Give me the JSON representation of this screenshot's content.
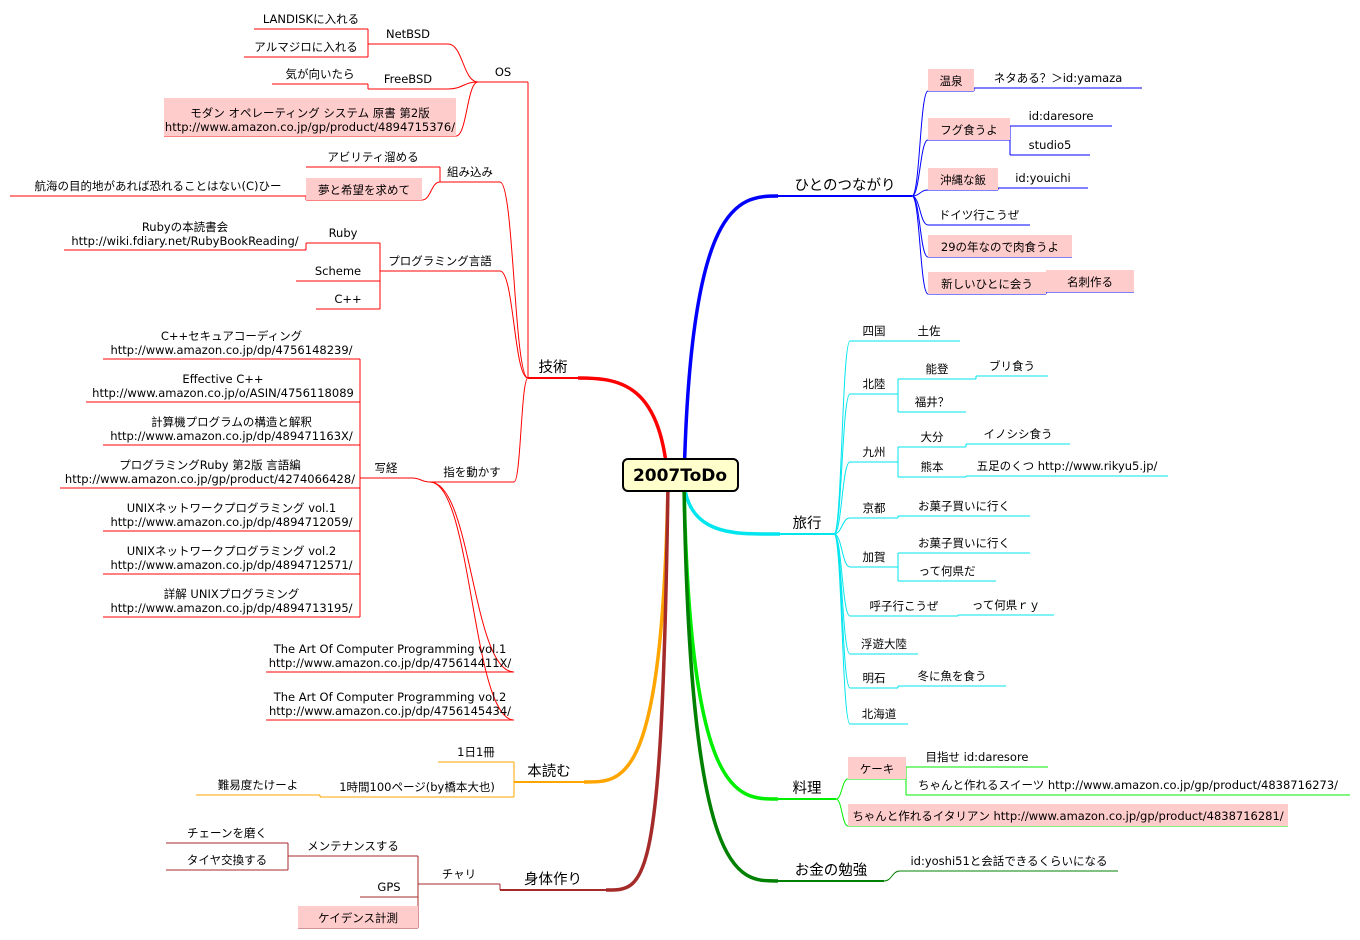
{
  "center": {
    "label": "2007ToDo",
    "fill": "#ffffcc"
  },
  "colors": {
    "tech": "#ff0000",
    "people": "#0000ff",
    "travel": "#00e5ee",
    "reading": "#ffa500",
    "cooking": "#00ee00",
    "body": "#a52a2a",
    "money": "#008000",
    "highlight": "#ffcccc"
  },
  "branches": [
    {
      "label": "技術",
      "color": "#ff0000",
      "dir": "left",
      "children": [
        {
          "label": "OS",
          "children": [
            {
              "label": "NetBSD",
              "children": [
                {
                  "label": "LANDISKに入れる"
                },
                {
                  "label": "アルマジロに入れる"
                }
              ]
            },
            {
              "label": "FreeBSD",
              "children": [
                {
                  "label": "気が向いたら"
                }
              ]
            },
            {
              "label": "モダン オペレーティング システム 原書 第2版",
              "sub": "http://www.amazon.co.jp/gp/product/4894715376/",
              "hl": true
            }
          ]
        },
        {
          "label": "組み込み",
          "children": [
            {
              "label": "アビリティ溜める"
            },
            {
              "label": "夢と希望を求めて",
              "hl": true,
              "children": [
                {
                  "label": "航海の目的地があれば恐れることはない(C)ひー"
                }
              ]
            }
          ]
        },
        {
          "label": "プログラミング言語",
          "children": [
            {
              "label": "Ruby",
              "children": [
                {
                  "label": "Rubyの本読書会",
                  "sub": "http://wiki.fdiary.net/RubyBookReading/"
                }
              ]
            },
            {
              "label": "Scheme"
            },
            {
              "label": "C++"
            }
          ]
        },
        {
          "label": "指を動かす",
          "children": [
            {
              "label": "写経",
              "children": [
                {
                  "label": "C++セキュアコーディング",
                  "sub": "http://www.amazon.co.jp/dp/4756148239/"
                },
                {
                  "label": "Effective C++",
                  "sub": "http://www.amazon.co.jp/o/ASIN/4756118089"
                },
                {
                  "label": "計算機プログラムの構造と解釈",
                  "sub": "http://www.amazon.co.jp/dp/489471163X/"
                },
                {
                  "label": "プログラミングRuby 第2版 言語編",
                  "sub": "http://www.amazon.co.jp/gp/product/4274066428/"
                },
                {
                  "label": "UNIXネットワークプログラミング vol.1",
                  "sub": "http://www.amazon.co.jp/dp/4894712059/"
                },
                {
                  "label": "UNIXネットワークプログラミング vol.2",
                  "sub": "http://www.amazon.co.jp/dp/4894712571/"
                },
                {
                  "label": "詳解 UNIXプログラミング",
                  "sub": "http://www.amazon.co.jp/dp/4894713195/"
                }
              ]
            },
            {
              "label": "The Art Of Computer Programming vol.1",
              "sub": "http://www.amazon.co.jp/dp/475614411X/"
            },
            {
              "label": "The Art Of Computer Programming vol.2",
              "sub": "http://www.amazon.co.jp/dp/4756145434/"
            }
          ]
        }
      ]
    },
    {
      "label": "本読む",
      "color": "#ffa500",
      "dir": "left",
      "children": [
        {
          "label": "1日1冊"
        },
        {
          "label": "1時間100ページ(by橋本大也)",
          "children": [
            {
              "label": "難易度たけーよ"
            }
          ]
        }
      ]
    },
    {
      "label": "身体作り",
      "color": "#a52a2a",
      "dir": "left",
      "children": [
        {
          "label": "チャリ",
          "children": [
            {
              "label": "メンテナンスする",
              "children": [
                {
                  "label": "チェーンを磨く"
                },
                {
                  "label": "タイヤ交換する"
                }
              ]
            },
            {
              "label": "GPS"
            },
            {
              "label": "ケイデンス計測",
              "hl": true
            }
          ]
        }
      ]
    },
    {
      "label": "ひとのつながり",
      "color": "#0000ff",
      "dir": "right",
      "children": [
        {
          "label": "温泉",
          "hl": true,
          "children": [
            {
              "label": "ネタある？＞id:yamaza"
            }
          ]
        },
        {
          "label": "フグ食うよ",
          "hl": true,
          "children": [
            {
              "label": "id:daresore"
            },
            {
              "label": "studio5"
            }
          ]
        },
        {
          "label": "沖縄な飯",
          "hl": true,
          "children": [
            {
              "label": "id:youichi"
            }
          ]
        },
        {
          "label": "ドイツ行こうぜ"
        },
        {
          "label": "29の年なので肉食うよ",
          "hl": true
        },
        {
          "label": "新しいひとに会う",
          "hl": true,
          "children": [
            {
              "label": "名刺作る",
              "hl": true
            }
          ]
        }
      ]
    },
    {
      "label": "旅行",
      "color": "#00e5ee",
      "dir": "right",
      "children": [
        {
          "label": "四国",
          "children": [
            {
              "label": "土佐"
            }
          ]
        },
        {
          "label": "北陸",
          "children": [
            {
              "label": "能登",
              "children": [
                {
                  "label": "ブリ食う"
                }
              ]
            },
            {
              "label": "福井？"
            }
          ]
        },
        {
          "label": "九州",
          "children": [
            {
              "label": "大分",
              "children": [
                {
                  "label": "イノシシ食う"
                }
              ]
            },
            {
              "label": "熊本",
              "children": [
                {
                  "label": "五足のくつ  http://www.rikyu5.jp/"
                }
              ]
            }
          ]
        },
        {
          "label": "京都",
          "children": [
            {
              "label": "お菓子買いに行く"
            }
          ]
        },
        {
          "label": "加賀",
          "children": [
            {
              "label": "お菓子買いに行く"
            },
            {
              "label": "って何県だ"
            }
          ]
        },
        {
          "label": "呼子行こうぜ",
          "children": [
            {
              "label": "って何県ｒｙ"
            }
          ]
        },
        {
          "label": "浮遊大陸"
        },
        {
          "label": "明石",
          "children": [
            {
              "label": "冬に魚を食う"
            }
          ]
        },
        {
          "label": "北海道"
        }
      ]
    },
    {
      "label": "料理",
      "color": "#00ee00",
      "dir": "right",
      "children": [
        {
          "label": "ケーキ",
          "hl": true,
          "children": [
            {
              "label": "目指せ id:daresore"
            },
            {
              "label": "ちゃんと作れるスイーツ http://www.amazon.co.jp/gp/product/4838716273/"
            }
          ]
        },
        {
          "label": "ちゃんと作れるイタリアン http://www.amazon.co.jp/gp/product/4838716281/",
          "hl": true
        }
      ]
    },
    {
      "label": "お金の勉強",
      "color": "#008000",
      "dir": "right",
      "children": [
        {
          "label": "id:yoshi51と会話できるくらいになる"
        }
      ]
    }
  ]
}
